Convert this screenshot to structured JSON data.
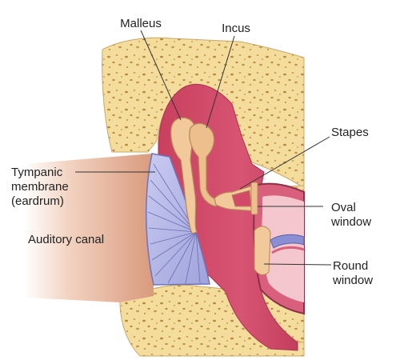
{
  "labels": {
    "malleus": "Malleus",
    "incus": "Incus",
    "stapes": "Stapes",
    "tympanic_line1": "Tympanic",
    "tympanic_line2": "membrane",
    "tympanic_line3": "(eardrum)",
    "auditory_canal": "Auditory canal",
    "oval_line1": "Oval",
    "oval_line2": "window",
    "round_line1": "Round",
    "round_line2": "window"
  },
  "colors": {
    "bone": "#f3dc9c",
    "bone_speckle": "#b7893f",
    "cavity": "#d24a68",
    "cavity_light": "#e98aa0",
    "canal_skin": "#e8b59a",
    "membrane": "#b5b8e6",
    "ossicle": "#f1c99a",
    "ossicle_shadow": "#d9a876",
    "inner_ear_fluid": "#f4c7cf",
    "leader_line": "#333333"
  }
}
